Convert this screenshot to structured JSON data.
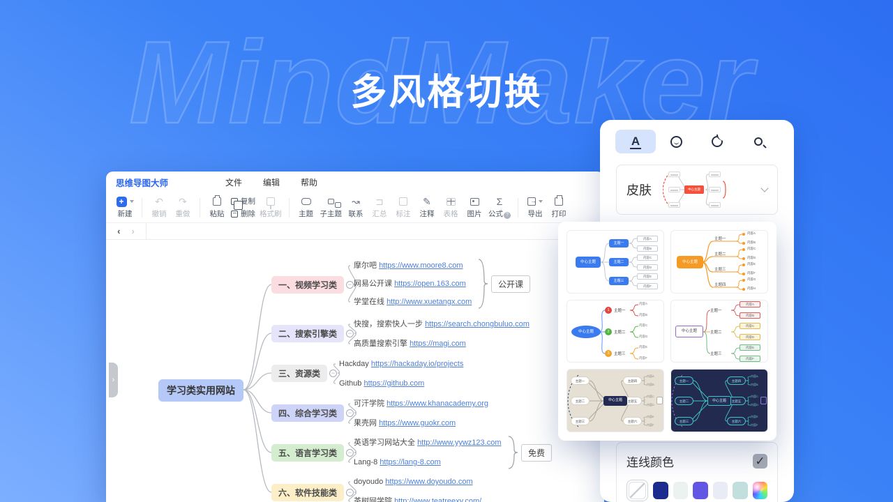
{
  "page": {
    "watermark": "MindMaker",
    "headline": "多风格切换"
  },
  "window": {
    "app_title": "思维导图大师",
    "menus": [
      "文件",
      "编辑",
      "帮助"
    ],
    "toolbar": {
      "new": "新建",
      "undo": "撤销",
      "redo": "重做",
      "paste": "粘贴",
      "copy": "复制",
      "delete": "删除",
      "format_painter": "格式刷",
      "topic": "主题",
      "subtopic": "子主题",
      "relation": "联系",
      "summary": "汇总",
      "callout": "标注",
      "note": "注释",
      "table": "表格",
      "image": "图片",
      "formula": "公式",
      "export": "导出",
      "print": "打印"
    },
    "mindmap": {
      "root": {
        "label": "学习类实用网站",
        "bg": "#b5c9f9"
      },
      "branches": [
        {
          "label": "一、视频学习类",
          "bg": "#fbdce0",
          "summary": "公开课",
          "leaves": [
            {
              "name": "摩尔吧",
              "url": "https://www.moore8.com"
            },
            {
              "name": "网易公开课",
              "url": "https://open.163.com"
            },
            {
              "name": "学堂在线",
              "url": "http://www.xuetangx.com"
            }
          ]
        },
        {
          "label": "二、搜索引擎类",
          "bg": "#e5e4fb",
          "summary": null,
          "leaves": [
            {
              "name": "快搜，搜索快人一步",
              "url": "https://search.chongbuluo.com"
            },
            {
              "name": "高质量搜索引擎",
              "url": "https://magi.com"
            }
          ]
        },
        {
          "label": "三、资源类",
          "bg": "#ececec",
          "summary": null,
          "leaves": [
            {
              "name": "Hackday",
              "url": "https://hackaday.io/projects"
            },
            {
              "name": "Github",
              "url": "https://github.com"
            }
          ]
        },
        {
          "label": "四、综合学习类",
          "bg": "#cdd4f8",
          "summary": null,
          "leaves": [
            {
              "name": "可汗学院",
              "url": "https://www.khanacademy.org"
            },
            {
              "name": "果壳网",
              "url": "https://www.guokr.com"
            }
          ]
        },
        {
          "label": "五、语言学习类",
          "bg": "#d5edcf",
          "summary": "免费",
          "leaves": [
            {
              "name": "英语学习网站大全",
              "url": "http://www.yywz123.com"
            },
            {
              "name": "Lang-8",
              "url": "https://lang-8.com"
            }
          ]
        },
        {
          "label": "六、软件技能类",
          "bg": "#fcefc8",
          "summary": null,
          "leaves": [
            {
              "name": "doyoudo",
              "url": "https://www.doyoudo.com"
            },
            {
              "name": "茶树网学院",
              "url": "http://www.teatreexy.com/"
            }
          ]
        }
      ]
    }
  },
  "panel": {
    "tabs": [
      {
        "icon": "font-style",
        "active": true
      },
      {
        "icon": "emoji",
        "active": false
      },
      {
        "icon": "theme-pie",
        "active": false
      },
      {
        "icon": "search",
        "active": false
      }
    ],
    "skin": {
      "label": "皮肤",
      "center": "中心主题"
    },
    "line_color": {
      "label": "连线颜色",
      "checked": true,
      "swatches": [
        "none",
        "#1e2b8e",
        "#ecf2ef",
        "#6456e4",
        "#e9ebf5",
        "#c2dedd",
        "rainbow"
      ]
    }
  },
  "grid": {
    "thumbs": [
      {
        "style": "blue",
        "bg": "#ffffff",
        "accent": "#3a7bf0",
        "center": "中心主题",
        "branches": [
          "主题一",
          "主题二",
          "主题三"
        ],
        "leaves": [
          "内容A",
          "内容B",
          "内容C",
          "内容D",
          "内容E",
          "内容F"
        ]
      },
      {
        "style": "orange",
        "bg": "#ffffff",
        "accent": "#f59b25",
        "center": "中心主题",
        "branches": [
          "主题一",
          "主题二",
          "主题三",
          "主题四"
        ],
        "leaves": [
          "内容A",
          "内容B",
          "内容C",
          "内容D",
          "内容E",
          "内容F",
          "内容G",
          "内容H"
        ]
      },
      {
        "style": "numbered",
        "bg": "#ffffff",
        "accent": "#3a7bf0",
        "center": "中心主题",
        "branch_colors": [
          "#e0483e",
          "#52b53f",
          "#f0a428"
        ],
        "branches": [
          "主题一",
          "主题二",
          "主题三"
        ],
        "leaves": [
          "内容A",
          "内容B",
          "内容C",
          "内容D",
          "内容E",
          "内容F"
        ]
      },
      {
        "style": "purple-outline",
        "bg": "#ffffff",
        "accent": "#9268c8",
        "center": "中心主题",
        "branch_colors": [
          "#d85c5c",
          "#e5b84d",
          "#6cbd7f"
        ],
        "branches": [
          "主题一",
          "主题二",
          "主题三"
        ],
        "leaves": [
          "内容A",
          "内容B",
          "内容C",
          "内容D",
          "内容E",
          "内容F"
        ]
      },
      {
        "style": "beige",
        "bg": "#e6e0d4",
        "accent": "#232a52",
        "center": "中心主题",
        "branches": [
          "主题一",
          "主题二",
          "主题三",
          "主题四",
          "主题五",
          "主题六"
        ],
        "leaves": [
          "内容A",
          "内容B",
          "内容C",
          "内容D",
          "内容E",
          "内容F"
        ]
      },
      {
        "style": "dark",
        "bg": "#232a50",
        "accent": "#3fc6c0",
        "center": "中心主题",
        "branches": [
          "主题一",
          "主题二",
          "主题三",
          "主题四",
          "主题五",
          "主题六"
        ],
        "leaves": [
          "内容A",
          "内容B",
          "内容C",
          "内容D",
          "内容E",
          "内容F"
        ]
      }
    ]
  }
}
